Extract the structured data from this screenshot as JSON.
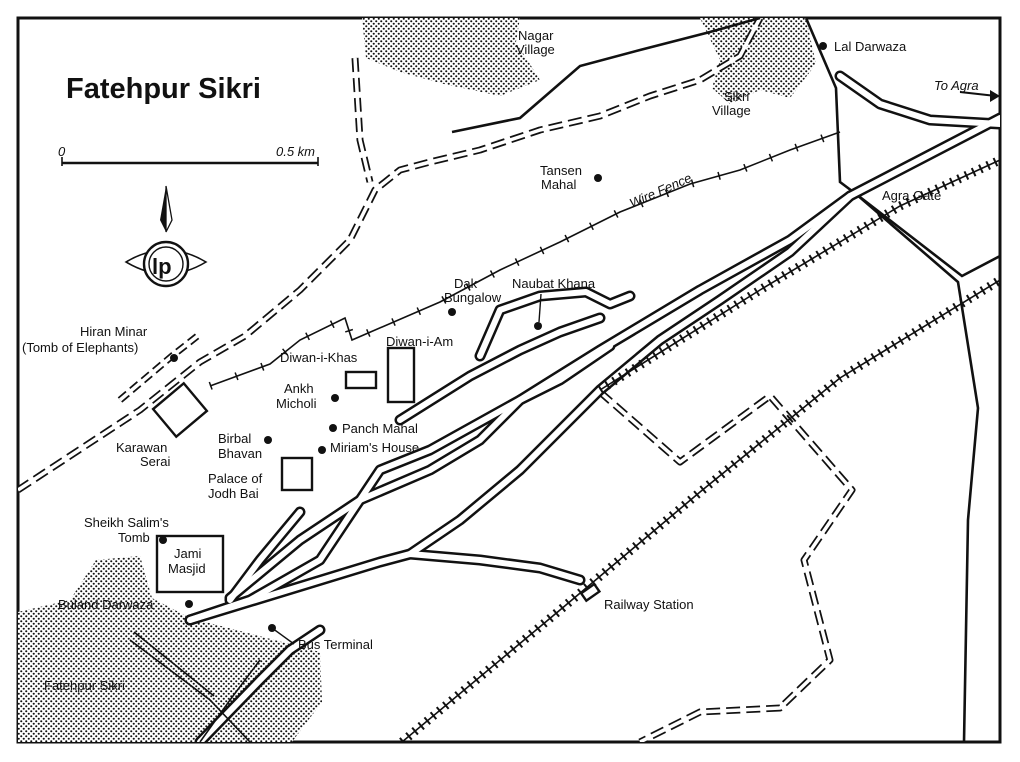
{
  "title": "Fatehpur Sikri",
  "scale": {
    "start": "0",
    "end": "0.5 km"
  },
  "logo": {
    "text": "lp"
  },
  "labels": {
    "nagar_village_1": "Nagar",
    "nagar_village_2": "Village",
    "lal_darwaza": "Lal Darwaza",
    "to_agra": "To Agra",
    "sikri_village_1": "Sikri",
    "sikri_village_2": "Village",
    "tansen_mahal_1": "Tansen",
    "tansen_mahal_2": "Mahal",
    "wire_fence": "Wire Fence",
    "agra_gate": "Agra Gate",
    "dak_bungalow_1": "Dak",
    "dak_bungalow_2": "Bungalow",
    "naubat_khana": "Naubat Khana",
    "hiran_minar_1": "Hiran Minar",
    "hiran_minar_2": "(Tomb of Elephants)",
    "diwan_i_am": "Diwan-i-Am",
    "diwan_i_khas": "Diwan-i-Khas",
    "ankh_micholi_1": "Ankh",
    "ankh_micholi_2": "Micholi",
    "panch_mahal": "Panch Mahal",
    "miriams_house": "Miriam's House",
    "karawan_serai_1": "Karawan",
    "karawan_serai_2": "Serai",
    "birbal_bhavan_1": "Birbal",
    "birbal_bhavan_2": "Bhavan",
    "palace_jodh_bai_1": "Palace of",
    "palace_jodh_bai_2": "Jodh Bai",
    "sheikh_salims_tomb_1": "Sheikh Salim's",
    "sheikh_salims_tomb_2": "Tomb",
    "jami_masjid_1": "Jami",
    "jami_masjid_2": "Masjid",
    "buland_darwaza": "Buland Darwaza",
    "railway_station": "Railway Station",
    "bus_terminal": "Bus Terminal",
    "fatehpur_sikri_town": "Fatehpur Sikri"
  },
  "colors": {
    "ink": "#111111",
    "paper": "#ffffff"
  }
}
